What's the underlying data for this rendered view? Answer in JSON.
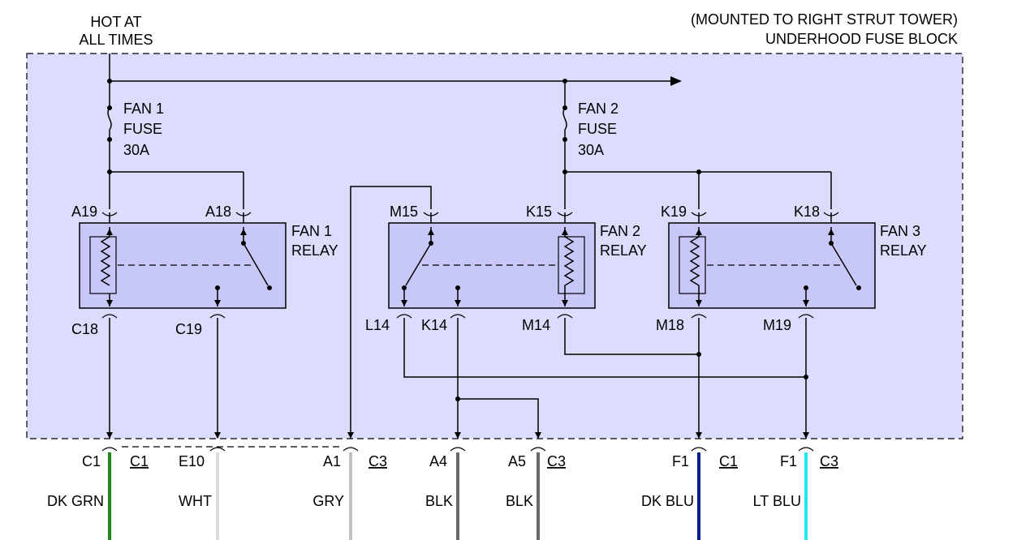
{
  "diagram": {
    "power_label_line1": "HOT AT",
    "power_label_line2": "ALL TIMES",
    "block_label_line1": "(MOUNTED TO RIGHT STRUT TOWER)",
    "block_label_line2": "UNDERHOOD FUSE BLOCK",
    "block_fill": "#dcdcfc",
    "fuses": [
      {
        "line1": "FAN 1",
        "line2": "FUSE",
        "rating": "30A"
      },
      {
        "line1": "FAN 2",
        "line2": "FUSE",
        "rating": "30A"
      }
    ],
    "relays": [
      {
        "line1": "FAN 1",
        "line2": "RELAY",
        "pins_top": [
          "A19",
          "A18"
        ],
        "pins_bottom": [
          "C18",
          "C19"
        ]
      },
      {
        "line1": "FAN 2",
        "line2": "RELAY",
        "pins_top": [
          "M15",
          "K15"
        ],
        "pins_bottom": [
          "L14",
          "K14",
          "M14"
        ]
      },
      {
        "line1": "FAN 3",
        "line2": "RELAY",
        "pins_top": [
          "K19",
          "K18"
        ],
        "pins_bottom": [
          "M18",
          "M19"
        ]
      }
    ],
    "connectors": [
      {
        "pin": "C1",
        "conn": "C1",
        "wire": "DK GRN",
        "color": "#1a8a1a"
      },
      {
        "pin": "E10",
        "conn": "",
        "wire": "WHT",
        "color": "#dcdcdc"
      },
      {
        "pin": "A1",
        "conn": "C3",
        "wire": "GRY",
        "color": "#c0c0c0"
      },
      {
        "pin": "A4",
        "conn": "",
        "wire": "BLK",
        "color": "#6a6a6a"
      },
      {
        "pin": "A5",
        "conn": "C3",
        "wire": "BLK",
        "color": "#6a6a6a"
      },
      {
        "pin": "F1",
        "conn": "C1",
        "wire": "DK BLU",
        "color": "#0a1a8a"
      },
      {
        "pin": "F1",
        "conn": "C3",
        "wire": "LT BLU",
        "color": "#20e8ee"
      }
    ]
  }
}
